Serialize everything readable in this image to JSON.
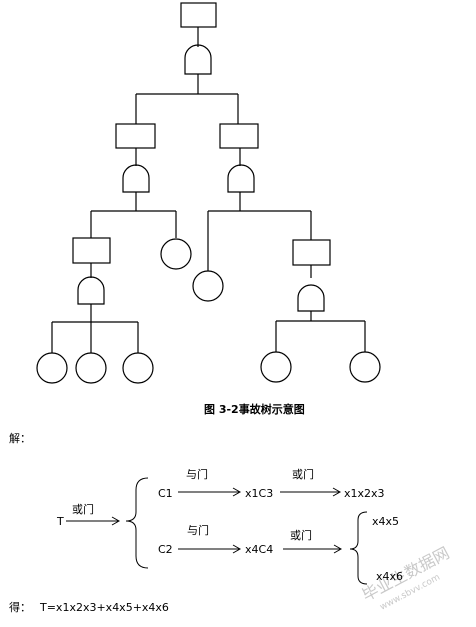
{
  "figure": {
    "caption": "图 3-2事故树示意图"
  },
  "solution": {
    "heading": "解：",
    "top_event": "T",
    "or_gate_label": "或门",
    "and_gate_label": "与门",
    "branch1": {
      "event": "C1",
      "step1": "x1C3",
      "step2": "x1x2x3"
    },
    "branch2": {
      "event": "C2",
      "step1": "x4C4",
      "results": [
        "x4x5",
        "x4x6"
      ]
    },
    "result_prefix": "得：",
    "result": "T=x1x2x3+x4x5+x4x6"
  },
  "watermark": {
    "text": "毕业生数据网",
    "url": "www.sbvv.com"
  },
  "colors": {
    "line": "#000000",
    "watermark": "#c9c9c9"
  }
}
